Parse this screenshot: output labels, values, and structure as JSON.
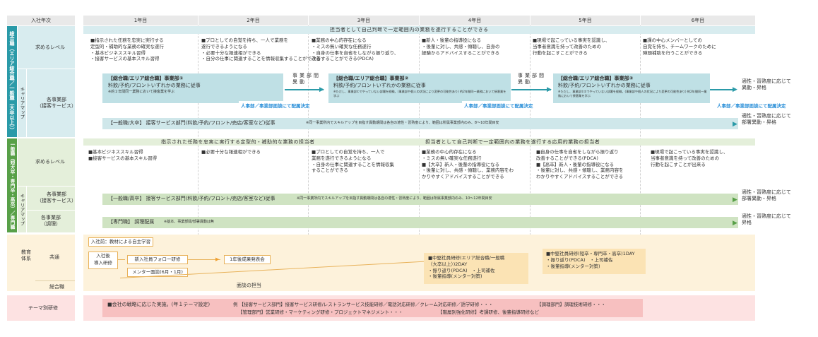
{
  "colors": {
    "teal": "#2a9aa8",
    "green": "#58a048",
    "orange": "#f0a030",
    "red": "#e06050",
    "blue": "#2a8fd8"
  },
  "header": {
    "year_label": "入社年次",
    "years": [
      "1年目",
      "2年目",
      "3年目",
      "4年目",
      "5年目",
      "6年目"
    ]
  },
  "sogo": {
    "side_label": "総合職（エリア総合職／一般職（大卒以上））",
    "top_banner": "担当者として自己判断で一定範囲内の業務を遂行することができる",
    "level_label": "求めるレベル",
    "levels": [
      "■指示された任務を忠実に実行する\n定型的・補助的な業務の確実な遂行\n・基本ビジネススキル習得\n・接客サービスの基本スキル習得",
      "■プロとしての自覚を持ち、一人で業務を\n遂行できるようになる\n・必要十分な報連相ができる\n・自分の仕事に関連することを情報収集することができる",
      "■業務の中心的存在になる\n・ミスの無い確実な任務遂行\n・自身の仕事を自省をしながら振り返り、\n改善することができる(PDCA)",
      "■新人・後輩の指導役になる\n・後輩に対し、共感・傾聴し、自身の\n経験からアドバイスすることができる",
      "■現場で起こっている事実を認識し、\n当事者意識を持って改善のための\n行動を起こすことができる",
      "■課の中心メンバーとしての\n自覚を持ち、チームワークのために\n陣頭補助を行うことができる"
    ],
    "career_label": "キャリアマップ",
    "dept_label": "各事業部\n（接客サービス）",
    "bar1_title": "【総合職/エリア総合職】事業部①",
    "bar1_sub": "料飲/予約/フロントいずれかの業務に従事",
    "bar1_note": "※約２年間同一業務において接客業を学ぶ",
    "move_label1": "事業部間\n異動",
    "bar2_title": "【総合職/エリア総合職】事業部②",
    "bar2_sub": "料飲/予約/フロントいずれかの業務に従事",
    "bar2_note": "※ただし、事業部①でやっていない部署を経験。(事業部や個人の状況により変更の可能性あり) 約2年間同一業務において接客業を学ぶ",
    "move_label2": "事業部間\n異動",
    "bar3_title": "【総合職/エリア総合職】事業部③",
    "bar3_sub": "料飲/予約/フロントいずれかの業務に従事",
    "bar3_note": "※ただし、事業部①②でやっていない部署を経験。(事業部や個人の状況により変更の可能性あり) 約2年間同一業務において接客業を学ぶ",
    "decision_tag": "人事部／事業部面談にて配属決定",
    "end_label1": "適性・習熟度に応じて\n異動・昇格",
    "general_bar": "【一般職/大卒】 接客サービス部門(料飲/予約/フロント/売店/客室など)従事",
    "general_note": "※同一事業所内でスキルアップを目指す異動期間は各自の適性・習熟度により、範囲は所属事業部内のみ、8〜10年間目安",
    "end_label2": "適性・習熟度に応じて\n部署異動・昇格"
  },
  "ippan": {
    "side_label": "一般職（短大卒・専門卒・高卒）／専門職",
    "banner_left": "指示された任務を忠実に実行する定型的・補助的な業務の担当者",
    "banner_right": "担当者として自己判断で一定範囲内の業務を遂行する応用的業務の担当者",
    "level_label": "求めるレベル",
    "levels": [
      "■基本ビジネススキル習得\n■接客サービスの基本スキル習得",
      "■必要十分な報連相ができる",
      "■プロとしての自覚を持ち、一人で\n業務を遂行できるようになる\n・自身の仕事に関連することを情報収集\nすることができる",
      "■業務の中心的存在になる\n・ミスの無い確実な任務遂行\n■【大卒】新人・後輩の指導役になる\n・後輩に対し、共感・傾聴し、業務内容をわ\nかりやすくアドバイスすることができる",
      "■自身の仕事を自省をしながら振り返り\n改善することができる(PDCA)\n■【高卒】新人・後輩の指導役になる\n・後輩に対し、共感・傾聴し、業務内容を\nわかりやすくアドバイスすることができる",
      "■現場で起こっている事実を認識し、\n当事者意識を持って改善のための\n行動を起こすことが出来る"
    ],
    "career_label": "キャリアマップ",
    "dept1_label": "各事業部\n（接客サービス）",
    "bar1": "【一般職/高卒】 接客サービス部門(料飲/予約/フロント/売店/客室など)従事",
    "bar1_note": "※同一事業所内でスキルアップを目指す異動期間は各自の適性・習熟度により、範囲は所属事業部内のみ、10〜12年間目安",
    "end1": "適性・習熟度に応じて\n部署異動・昇格",
    "dept2_label": "各事業部\n（調理）",
    "bar2": "【専門職】 調理配属",
    "bar2_note": "※基本、事業部間/部署異動は無",
    "end2": "適性・習熟度に応じて\n昇格"
  },
  "education": {
    "side_label": "教育体系",
    "common_label": "共通",
    "general_label": "総合職",
    "pre_join": "入社前：教材による自主学習",
    "intro": "入社後\n導入研修",
    "follow": "新入社員フォロー研修",
    "mentor": "メンター面談(6月・1月)",
    "first_year": "1年後成果発表会",
    "mid1": "■中堅社員研修(エリア総合職/一般職\n（大卒以上）)2DAY\n・振り返り(PDCA)　・上司補佐\n・後輩指導(メンター対策)",
    "mid2": "■中堅社員研修(短卒・専門卒・高卒)1DAY\n・振り返り(PDCA)　・上司補佐\n・後輩指導(メンター対策)",
    "mentor_role": "面談の担当"
  },
  "theme": {
    "label": "テーマ別研修",
    "line1a": "■会社の戦略に応じた実施。(年１テーマ設定)",
    "line1b": "例 【接客サービス部門】接客サービス研修/レストランサービス技能研修／電話対応研修／クレーム対応研修／語学研修・・・",
    "line1c": "【調理部門】調理技術研修・・・",
    "line2a": "【管理部門】営業研修・マーケティング研修・プロジェクトマネジメント・・・",
    "line2b": "【階層別強化研修】考課研修、後輩指導研修など"
  }
}
